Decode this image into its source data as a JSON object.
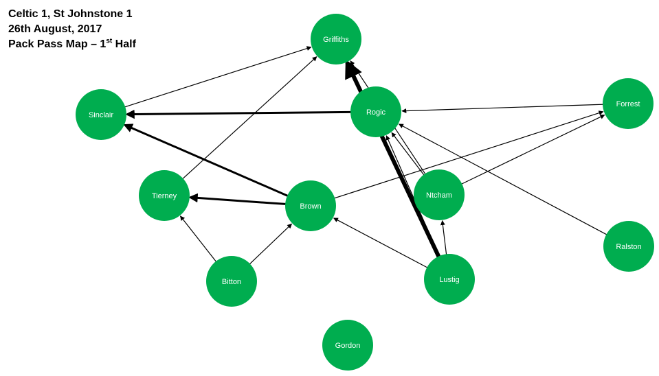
{
  "title": {
    "line1": "Celtic 1, St Johnstone 1",
    "line2": "26th August, 2017",
    "line3_prefix": "Pack Pass Map – 1",
    "line3_sup": "st",
    "line3_suffix": " Half"
  },
  "colors": {
    "node_fill": "#00ad4f",
    "edge": "#000000",
    "label": "#ffffff"
  },
  "players": [
    {
      "id": "griffiths",
      "name": "Griffiths"
    },
    {
      "id": "sinclair",
      "name": "Sinclair"
    },
    {
      "id": "rogic",
      "name": "Rogic"
    },
    {
      "id": "forrest",
      "name": "Forrest"
    },
    {
      "id": "tierney",
      "name": "Tierney"
    },
    {
      "id": "brown",
      "name": "Brown"
    },
    {
      "id": "ntcham",
      "name": "Ntcham"
    },
    {
      "id": "ralston",
      "name": "Ralston"
    },
    {
      "id": "bitton",
      "name": "Bitton"
    },
    {
      "id": "lustig",
      "name": "Lustig"
    },
    {
      "id": "gordon",
      "name": "Gordon"
    }
  ],
  "passes": [
    {
      "from": "sinclair",
      "to": "griffiths",
      "weight": 1
    },
    {
      "from": "tierney",
      "to": "griffiths",
      "weight": 1
    },
    {
      "from": "rogic",
      "to": "sinclair",
      "weight": 3
    },
    {
      "from": "brown",
      "to": "sinclair",
      "weight": 3
    },
    {
      "from": "brown",
      "to": "tierney",
      "weight": 3
    },
    {
      "from": "brown",
      "to": "forrest",
      "weight": 1
    },
    {
      "from": "forrest",
      "to": "rogic",
      "weight": 1
    },
    {
      "from": "ntcham",
      "to": "forrest",
      "weight": 1
    },
    {
      "from": "ntcham",
      "to": "griffiths",
      "weight": 1
    },
    {
      "from": "ntcham",
      "to": "rogic",
      "weight": 1
    },
    {
      "from": "ralston",
      "to": "rogic",
      "weight": 1
    },
    {
      "from": "lustig",
      "to": "griffiths",
      "weight": 6
    },
    {
      "from": "lustig",
      "to": "rogic",
      "weight": 1
    },
    {
      "from": "lustig",
      "to": "brown",
      "weight": 1
    },
    {
      "from": "lustig",
      "to": "ntcham",
      "weight": 1
    },
    {
      "from": "bitton",
      "to": "tierney",
      "weight": 1
    },
    {
      "from": "bitton",
      "to": "brown",
      "weight": 1
    }
  ]
}
